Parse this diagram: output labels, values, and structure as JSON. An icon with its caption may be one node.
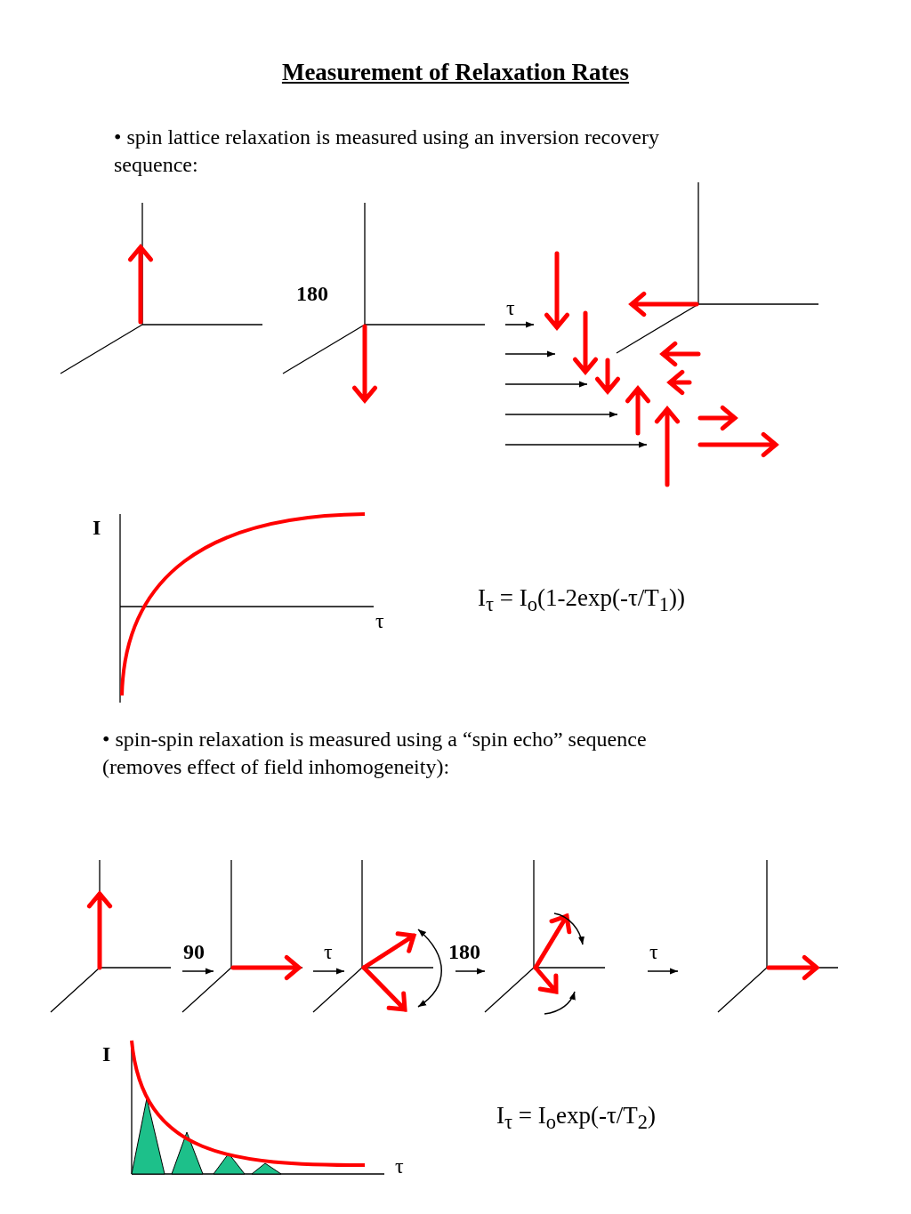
{
  "diagram": {
    "title": "Measurement of Relaxation Rates",
    "labels": [
      "• spin lattice relaxation is measured using an inversion recovery sequence:",
      "180",
      "τ",
      "I",
      "I$_{τ}$ = I$_{o}$(1-2exp(-τ/T$_{1}$))",
      "τ",
      "• spin-spin relaxation is measured using a “spin echo” sequence (removes effect of field inhomogeneity):",
      "90",
      "τ",
      "180",
      "τ",
      "I",
      "I$_{τ}$ = I$_{o}$exp(-τ/T$_{2}$)",
      "τ"
    ]
  }
}
